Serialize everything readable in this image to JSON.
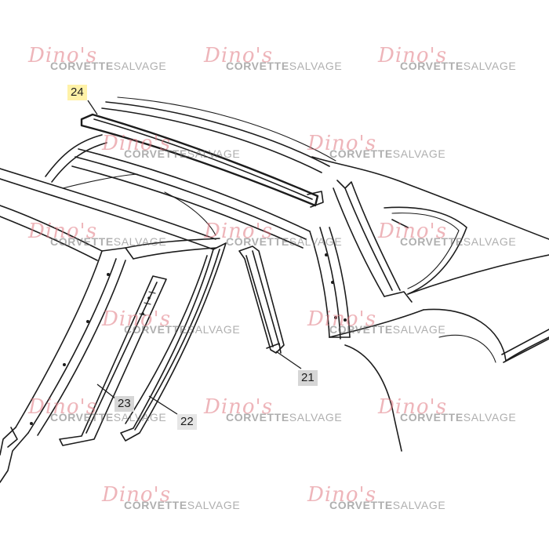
{
  "diagram": {
    "callouts": [
      {
        "id": "24",
        "label": "24",
        "bg": "#fff2a8"
      },
      {
        "id": "21",
        "label": "21",
        "bg": "#d6d6d6"
      },
      {
        "id": "23",
        "label": "23",
        "bg": "#d6d6d6"
      },
      {
        "id": "22",
        "label": "22",
        "bg": "#e6e6e6"
      }
    ]
  },
  "watermark": {
    "script": "Dino's",
    "brand_bold": "CORVETTE",
    "brand_light": "SALVAGE",
    "color": "#e07882"
  }
}
